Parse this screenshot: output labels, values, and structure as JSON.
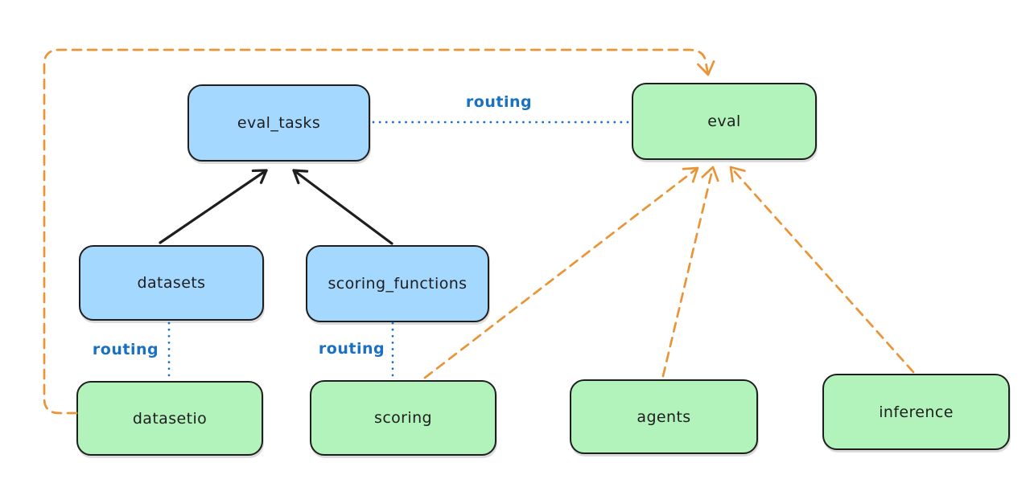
{
  "diagram": {
    "background": "#ffffff",
    "colors": {
      "blue_node_fill": "#a5d8ff",
      "green_node_fill": "#b2f2bb",
      "node_stroke": "#1e1e1e",
      "routing_label_blue": "#1971c2",
      "dashed_arrow_orange": "#e99537"
    },
    "nodes": [
      {
        "id": "eval_tasks",
        "label": "eval_tasks",
        "color": "blue"
      },
      {
        "id": "eval",
        "label": "eval",
        "color": "green"
      },
      {
        "id": "datasets",
        "label": "datasets",
        "color": "blue"
      },
      {
        "id": "scoring_functions",
        "label": "scoring_functions",
        "color": "blue"
      },
      {
        "id": "datasetio",
        "label": "datasetio",
        "color": "green"
      },
      {
        "id": "scoring",
        "label": "scoring",
        "color": "green"
      },
      {
        "id": "agents",
        "label": "agents",
        "color": "green"
      },
      {
        "id": "inference",
        "label": "inference",
        "color": "green"
      }
    ],
    "edge_labels": [
      {
        "id": "routing-eval-tasks-eval",
        "label": "routing"
      },
      {
        "id": "routing-datasets-datasetio",
        "label": "routing"
      },
      {
        "id": "routing-scoring-functions-scoring",
        "label": "routing"
      }
    ],
    "edges": [
      {
        "from": "datasets",
        "to": "eval_tasks",
        "style": "solid-black-arrow"
      },
      {
        "from": "scoring_functions",
        "to": "eval_tasks",
        "style": "solid-black-arrow"
      },
      {
        "from": "eval_tasks",
        "to": "eval",
        "style": "dotted-blue",
        "label": "routing"
      },
      {
        "from": "datasets",
        "to": "datasetio",
        "style": "dotted-blue",
        "label": "routing"
      },
      {
        "from": "scoring_functions",
        "to": "scoring",
        "style": "dotted-blue",
        "label": "routing"
      },
      {
        "from": "datasetio",
        "to": "eval",
        "style": "dashed-orange-arrow"
      },
      {
        "from": "scoring",
        "to": "eval",
        "style": "dashed-orange-arrow"
      },
      {
        "from": "agents",
        "to": "eval",
        "style": "dashed-orange-arrow"
      },
      {
        "from": "inference",
        "to": "eval",
        "style": "dashed-orange-arrow"
      }
    ]
  }
}
